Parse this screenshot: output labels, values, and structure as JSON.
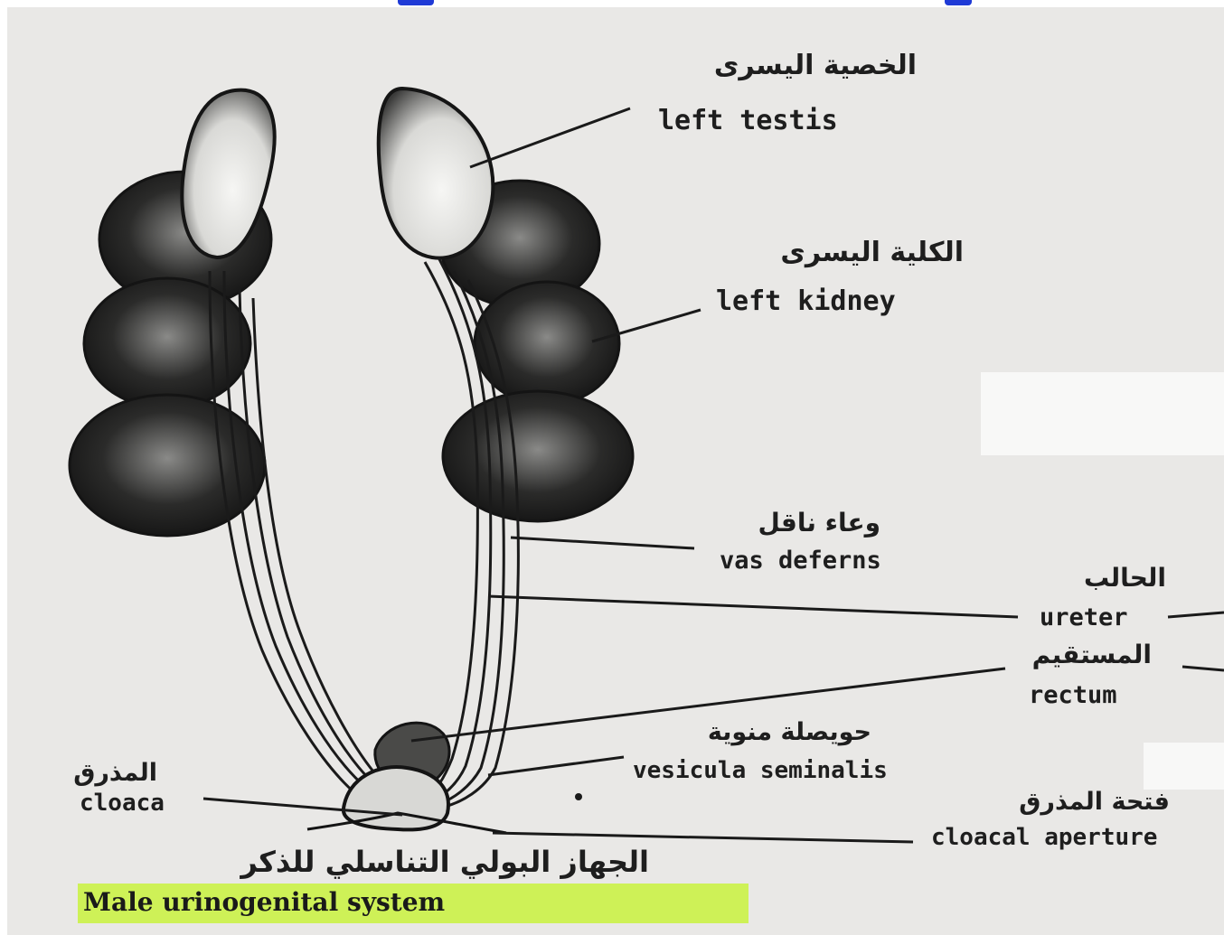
{
  "labels": {
    "left_testis": {
      "ar": "الخصية اليسرى",
      "en": "left   testis"
    },
    "left_kidney": {
      "ar": "الكلية اليسرى",
      "en": "left  kidney"
    },
    "vas_deferens": {
      "ar": "وعاء ناقل",
      "en": "vas  deferns"
    },
    "ureter": {
      "ar": "الحالب",
      "en": "ureter"
    },
    "rectum": {
      "ar": "المستقيم",
      "en": "rectum"
    },
    "vesicula_seminalis": {
      "ar": "حويصلة منوية",
      "en": "vesicula  seminalis"
    },
    "cloaca": {
      "ar": "المذرق",
      "en": "cloaca"
    },
    "cloacal_aperture": {
      "ar": "فتحة المذرق",
      "en": "cloacal  aperture"
    }
  },
  "caption": {
    "ar": "الجهاز البولي التناسلي للذكر",
    "en": "Male  urinogenital  system"
  },
  "colors": {
    "ink": "#1e1e1e",
    "paper": "#e9e8e6",
    "highlight": "#c9f23d",
    "title_blue": "#1f3ad6"
  }
}
